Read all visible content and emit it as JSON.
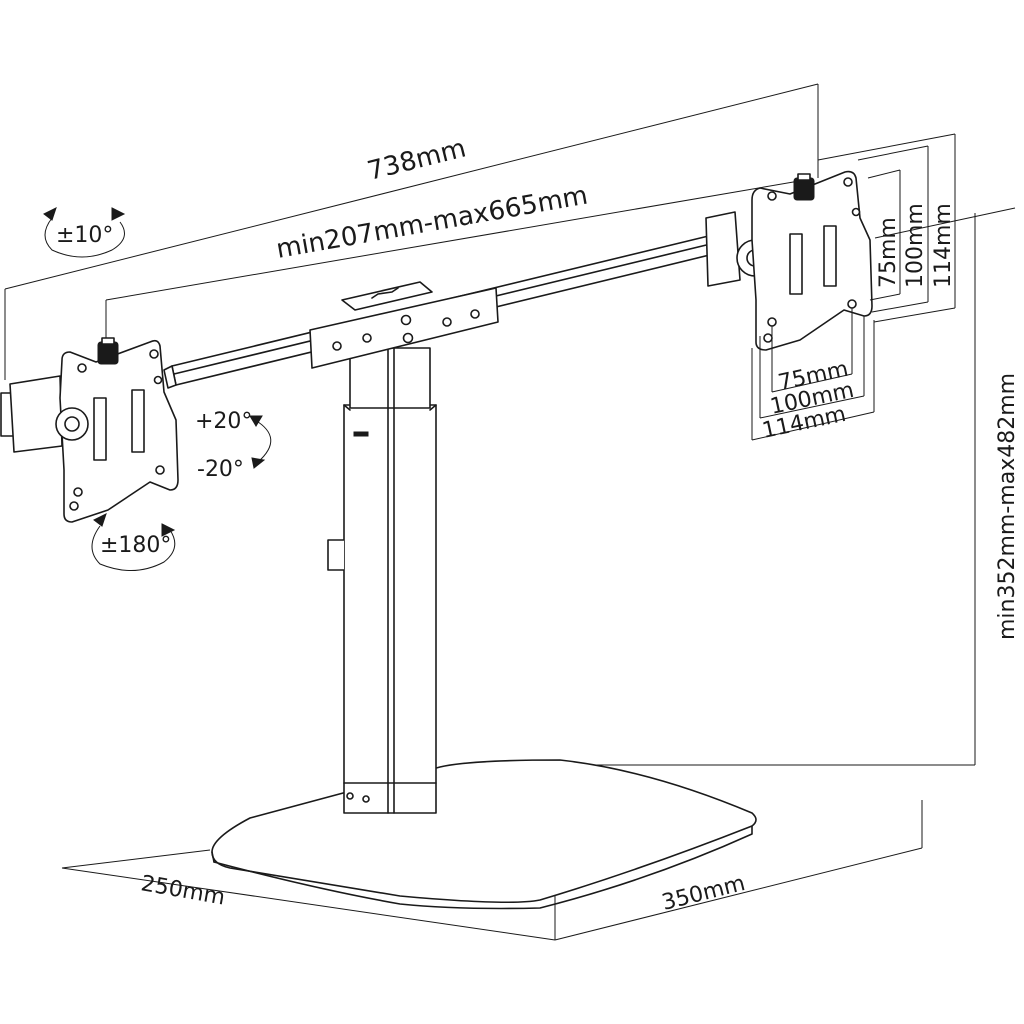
{
  "labels": {
    "overall_width": "738mm",
    "arm_span": "min207mm-max665mm",
    "tilt_left": "±10°",
    "tilt_up": "+20°",
    "tilt_down": "-20°",
    "rotate": "±180°",
    "vesa_h_75": "75mm",
    "vesa_h_100": "100mm",
    "vesa_h_114": "114mm",
    "vesa_w_75": "75mm",
    "vesa_w_100": "100mm",
    "vesa_w_114": "114mm",
    "height_range": "min352mm-max482mm",
    "base_depth": "250mm",
    "base_width": "350mm"
  }
}
